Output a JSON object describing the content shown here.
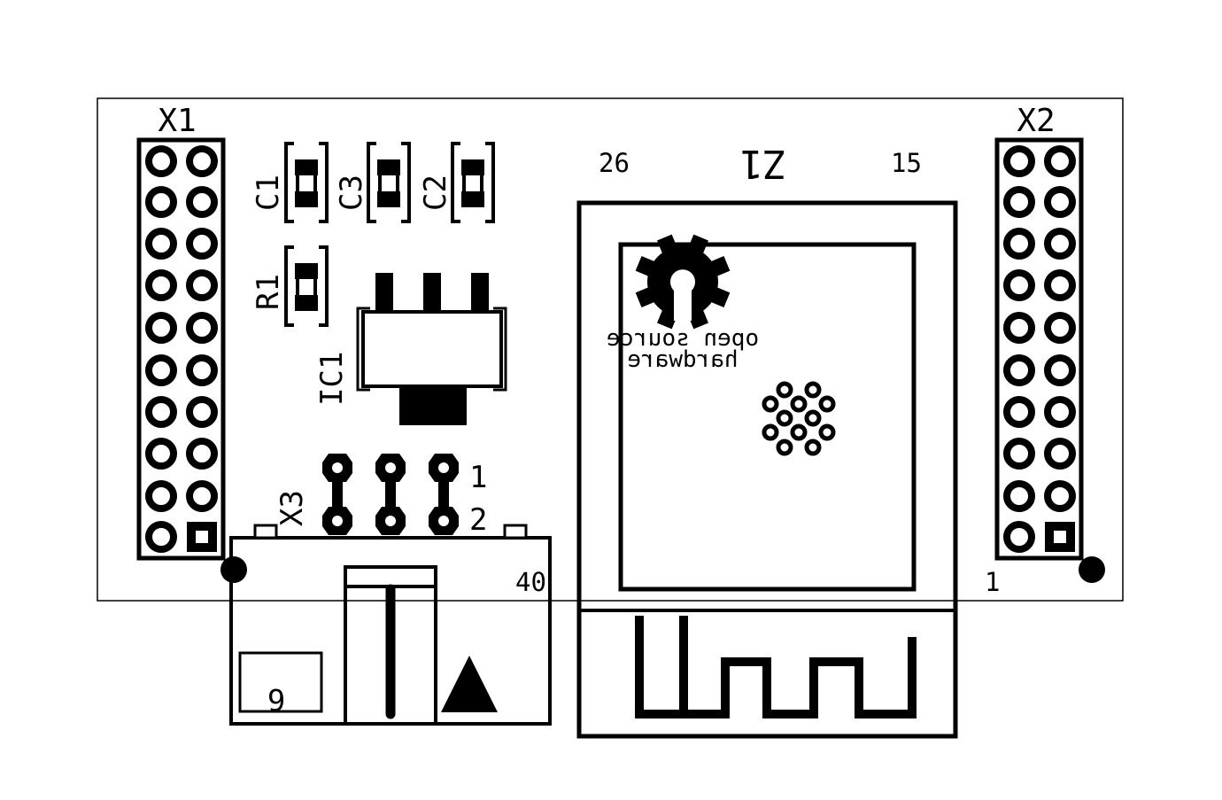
{
  "colors": {
    "ink": "#000000",
    "paper": "#ffffff"
  },
  "components": {
    "x1": {
      "label": "X1"
    },
    "x2": {
      "label": "X2"
    },
    "x3": {
      "label": "X3",
      "pin1": "1",
      "pin2": "2",
      "slider_mark": "6"
    },
    "c1": {
      "label": "C1"
    },
    "c2": {
      "label": "C2"
    },
    "c3": {
      "label": "C3"
    },
    "r1": {
      "label": "R1"
    },
    "ic1": {
      "label": "IC1"
    },
    "z1": {
      "label": "Z1",
      "pin_26": "26",
      "pin_15": "15",
      "pin_40": "40",
      "pin_1": "1"
    }
  },
  "logo": {
    "line1": "open source",
    "line2": "hardware",
    "icon": "oshw-gear-icon"
  }
}
